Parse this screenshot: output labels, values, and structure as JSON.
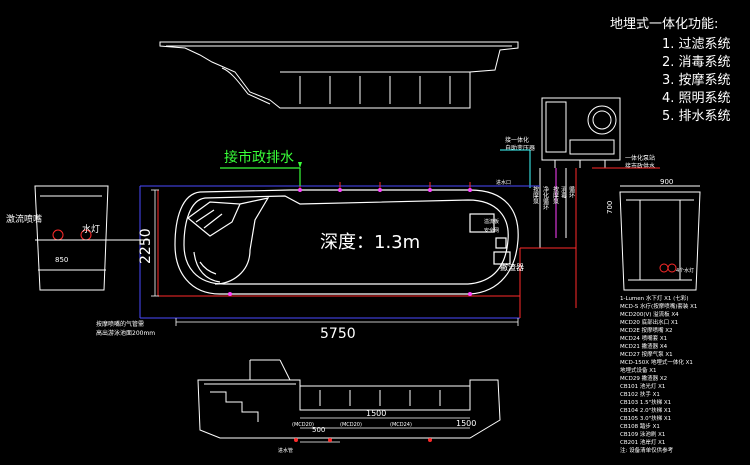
{
  "features": {
    "title": "地埋式一体化功能:",
    "items": [
      "1. 过滤系统",
      "2. 消毒系统",
      "3. 按摩系统",
      "4. 照明系统",
      "5. 排水系统"
    ]
  },
  "labels": {
    "drain": "接市政排水",
    "depth": "深度：1.3m",
    "jet": "激流喷嘴",
    "light": "水灯",
    "skimmer": "撇渣器",
    "length_dim": "5750",
    "width_dim": "2250",
    "left_width": "850",
    "side_900": "900",
    "side_700": "700",
    "bottom_1500a": "1500",
    "bottom_1500b": "1500",
    "bottom_500": "500",
    "air_note1": "按摩喷嘴的气管需",
    "air_note2": "高出游泳池面200mm",
    "equip_note1": "一体化泵站",
    "equip_note2": "接市政供水",
    "equip_bus1": "接一体化",
    "equip_bus2": "自助变压器",
    "pipe_labels": [
      "按摩泵",
      "净化循环",
      "按摩泵",
      "消毒",
      "循环"
    ],
    "small_a": "溢流板",
    "small_b": "安全网",
    "small_c": "进水口",
    "light_r": "4个水灯"
  },
  "bom": [
    "1-Lumen 水下灯 X1 (七彩)",
    "MCD-S 水疗(按摩喷嘴)套装 X1",
    "MCD200(V) 溢流板 X4",
    "MCD20 底部出水口 X1",
    "MCD2E 按摩喷嘴 X2",
    "MCD24 喷嘴套 X1",
    "MCD21 撇渣器 X4",
    "MCD27 按摩气泵 X1",
    "MCD-150X 地埋式一体化 X1",
    "地埋式设备 X1",
    "MCD29 撇渣器 X2",
    "CB101 池光灯 X1",
    "CB102 扶手 X1",
    "CB103 1.5\"扶梯 X1",
    "CB104 2.0\"扶梯 X1",
    "CB105 3.0\"扶梯 X1",
    "CB108 踏步 X1",
    "CB109 泳池刷 X1",
    "CB201 池岸灯 X1",
    "注: 设备清单仅供参考"
  ],
  "bottom_labels": [
    "(MCD20)",
    "(MCD20)",
    "(MCD24)",
    "进水管"
  ],
  "colors": {
    "outline": "#ffffff",
    "red": "#ff2a2a",
    "blue": "#4a4aff",
    "green": "#39ff39",
    "magenta": "#ff40ff",
    "cyan": "#40ffff"
  }
}
